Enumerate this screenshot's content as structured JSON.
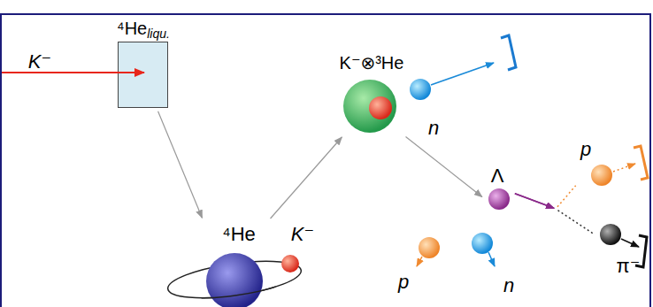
{
  "diagram": {
    "nodes": [
      {
        "text": [
          "⁴He",
          "liqu."
        ]
      },
      {
        "text": [
          "⁴He"
        ]
      },
      {
        "text": [
          "K⁻"
        ]
      },
      {
        "text": [
          "K⁻⊗³He"
        ]
      },
      {
        "text": [
          "n"
        ]
      },
      {
        "text": [
          "Λ"
        ]
      },
      {
        "text": [
          "p"
        ]
      },
      {
        "text": [
          "π⁻"
        ]
      },
      {
        "text": [
          "p"
        ]
      },
      {
        "text": [
          "n"
        ]
      }
    ],
    "edges": [
      {
        "from": 0,
        "to": 1,
        "arrow": "to"
      },
      {
        "from": 1,
        "to": 3,
        "arrow": "to"
      },
      {
        "from": 3,
        "to": 5,
        "arrow": "to"
      },
      {
        "from": 5,
        "to": 6,
        "arrow": "none"
      },
      {
        "from": 5,
        "to": 7,
        "arrow": "none"
      }
    ],
    "labels": [
      "K⁻"
    ]
  }
}
